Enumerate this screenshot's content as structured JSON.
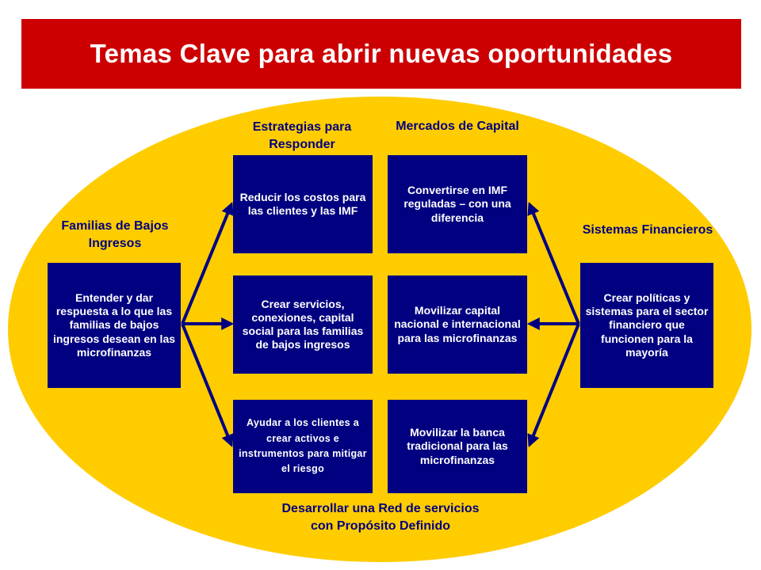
{
  "title": "Temas Clave para abrir nuevas oportunidades",
  "colors": {
    "title_bar": "#cc0000",
    "title_text": "#ffffff",
    "ellipse": "#ffcc00",
    "box": "#000080",
    "box_text": "#ffffff",
    "heading_text": "#000080",
    "arrow": "#000080"
  },
  "headings": {
    "left": "Familias de Bajos Ingresos",
    "strategies": "Estrategias para Responder",
    "markets": "Mercados de Capital",
    "right": "Sistemas Financieros",
    "bottom": "Desarrollar una Red de servicios con Propósito Definido"
  },
  "boxes": {
    "left": "Entender y dar respuesta a lo que las familias de bajos ingresos desean en las microfinanzas",
    "strategy_1": "Reducir los costos para las clientes y las IMF",
    "strategy_2": "Crear servicios, conexiones, capital social para las familias de bajos ingresos",
    "strategy_3": "Ayudar a los clientes a crear activos e instrumentos para mitigar el riesgo",
    "market_1": "Convertirse en IMF reguladas – con una diferencia",
    "market_2": "Movilizar capital nacional e internacional para las microfinanzas",
    "market_3": "Movilizar la banca tradicional para las microfinanzas",
    "right": "Crear políticas y sistemas para el sector financiero que funcionen para la mayoría"
  }
}
